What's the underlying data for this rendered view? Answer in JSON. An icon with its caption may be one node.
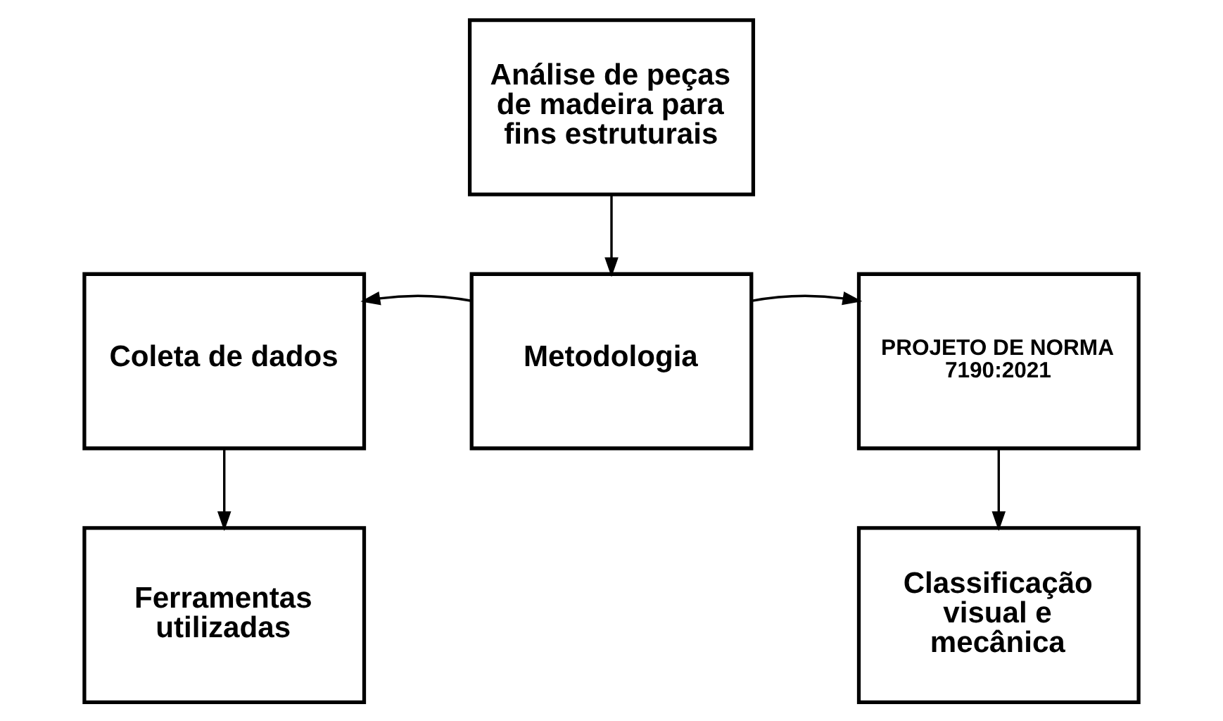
{
  "diagram": {
    "nodes": [
      {
        "text": [
          "Análise de peças de madeira para fins estruturais"
        ]
      },
      {
        "text": [
          "Metodologia"
        ]
      },
      {
        "text": [
          "Coleta de dados"
        ]
      },
      {
        "text": [
          "PROJETO DE NORMA 7190:2021"
        ]
      },
      {
        "text": [
          "Ferramentas utilizadas"
        ]
      },
      {
        "text": [
          "Classificação visual e mecânica"
        ]
      }
    ],
    "edges": [
      {
        "from": 0,
        "to": 1,
        "arrow": "to"
      },
      {
        "from": 1,
        "to": 2,
        "arrow": "to"
      },
      {
        "from": 1,
        "to": 3,
        "arrow": "to"
      },
      {
        "from": 2,
        "to": 4,
        "arrow": "to"
      },
      {
        "from": 3,
        "to": 5,
        "arrow": "to"
      }
    ]
  }
}
